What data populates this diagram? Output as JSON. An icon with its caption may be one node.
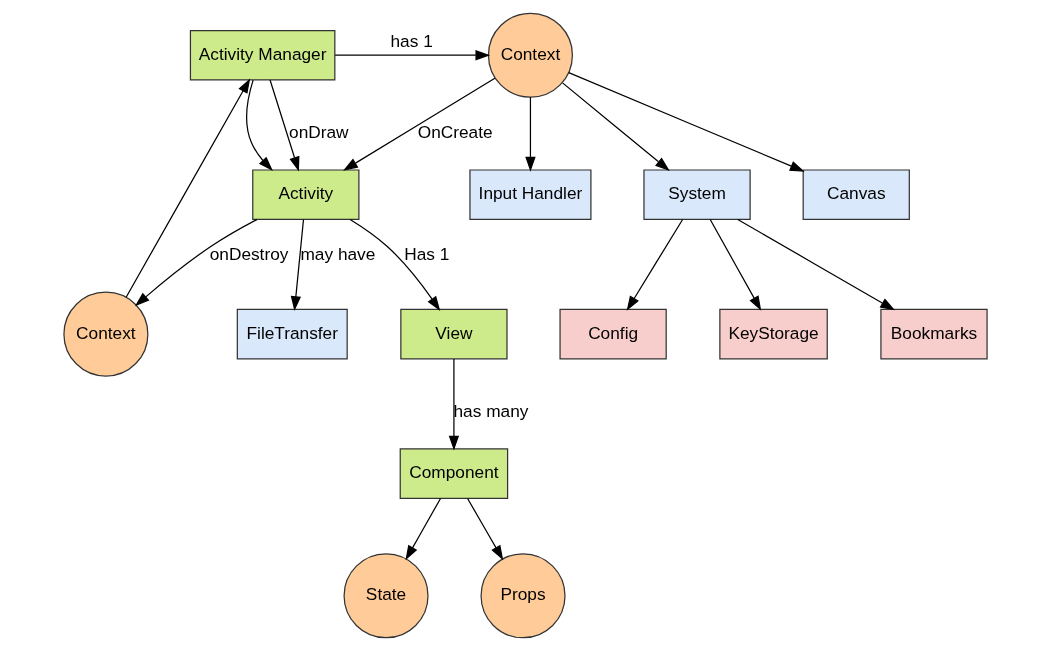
{
  "diagram": {
    "nodes": [
      {
        "text": [
          "Canvas"
        ]
      },
      {
        "text": [
          "Context"
        ]
      },
      {
        "text": [
          "Activity Manager"
        ]
      },
      {
        "text": [
          "Input Handler"
        ]
      },
      {
        "text": [
          "Context"
        ]
      },
      {
        "text": [
          "Activity"
        ]
      },
      {
        "text": [
          "System"
        ]
      },
      {
        "text": [
          "View"
        ]
      },
      {
        "text": [
          "KeyStorage"
        ]
      },
      {
        "text": [
          "Bookmarks"
        ]
      },
      {
        "text": [
          "Config"
        ]
      },
      {
        "text": [
          "FileTransfer"
        ]
      },
      {
        "text": [
          "Component"
        ]
      },
      {
        "text": [
          "State"
        ]
      },
      {
        "text": [
          "Props"
        ]
      }
    ],
    "edges": [
      {
        "from": 2,
        "to": 1,
        "arrow": "to",
        "label": "has 1"
      },
      {
        "from": 1,
        "to": 0,
        "arrow": "to"
      },
      {
        "from": 1,
        "to": 3,
        "arrow": "to"
      },
      {
        "from": 1,
        "to": 6,
        "arrow": "to"
      },
      {
        "from": 1,
        "to": 5,
        "arrow": "to",
        "label": "OnCreate"
      },
      {
        "from": 2,
        "to": 5,
        "arrow": "to"
      },
      {
        "from": 2,
        "to": 5,
        "arrow": "to",
        "label": "onDraw"
      },
      {
        "from": 5,
        "to": 4,
        "arrow": "to",
        "label": "onDestroy"
      },
      {
        "from": 4,
        "to": 2,
        "arrow": "to"
      },
      {
        "from": 5,
        "to": 7,
        "arrow": "to",
        "label": "Has 1"
      },
      {
        "from": 5,
        "to": 11,
        "arrow": "to",
        "label": "may have"
      },
      {
        "from": 6,
        "to": 8,
        "arrow": "to"
      },
      {
        "from": 6,
        "to": 9,
        "arrow": "to"
      },
      {
        "from": 6,
        "to": 10,
        "arrow": "to"
      },
      {
        "from": 7,
        "to": 12,
        "arrow": "to",
        "label": "has many"
      },
      {
        "from": 12,
        "to": 13,
        "arrow": "to"
      },
      {
        "from": 12,
        "to": 14,
        "arrow": "to"
      }
    ]
  }
}
